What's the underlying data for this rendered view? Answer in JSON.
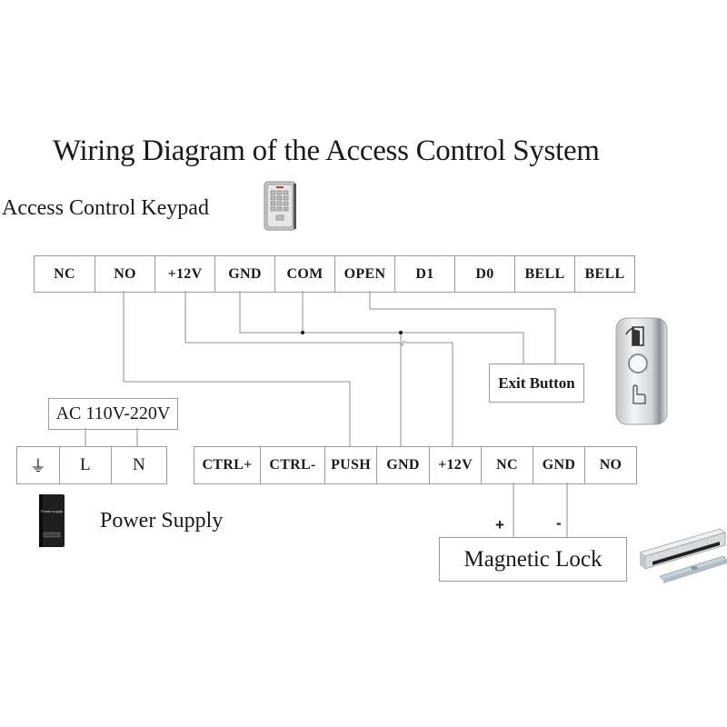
{
  "title": "Wiring Diagram of the Access Control System",
  "keypad": {
    "label": "Access Control Keypad",
    "icon": "keypad-device-icon",
    "terminals": [
      "NC",
      "NO",
      "+12V",
      "GND",
      "COM",
      "OPEN",
      "D1",
      "D0",
      "BELL",
      "BELL"
    ]
  },
  "controller": {
    "terminals": [
      "CTRL+",
      "CTRL-",
      "PUSH",
      "GND",
      "+12V",
      "NC",
      "GND",
      "NO"
    ]
  },
  "power_supply": {
    "label": "Power Supply",
    "input_label": "AC 110V-220V",
    "terminals": [
      "⏚",
      "L",
      "N"
    ],
    "device_text": "Power supply",
    "icon": "power-supply-device-icon"
  },
  "exit_button": {
    "label": "Exit Button",
    "icon": "exit-button-device-icon"
  },
  "magnetic_lock": {
    "label": "Magnetic Lock",
    "plus_label": "+",
    "minus_label": "-",
    "icon": "magnetic-lock-device-icon"
  },
  "connections": [
    {
      "from": "keypad.NO",
      "to": "controller.PUSH"
    },
    {
      "from": "keypad.+12V",
      "to": "controller.+12V"
    },
    {
      "from": "keypad.GND",
      "to": "controller.GND"
    },
    {
      "from": "keypad.COM",
      "to": "keypad.GND",
      "junction": true
    },
    {
      "from": "keypad.GND",
      "to": "exit_button"
    },
    {
      "from": "keypad.OPEN",
      "to": "exit_button"
    },
    {
      "from": "power_supply.L",
      "to": "AC 110V-220V"
    },
    {
      "from": "power_supply.N",
      "to": "AC 110V-220V"
    },
    {
      "from": "controller.NC",
      "to": "magnetic_lock.+"
    },
    {
      "from": "controller.GND",
      "to": "magnetic_lock.-"
    }
  ]
}
